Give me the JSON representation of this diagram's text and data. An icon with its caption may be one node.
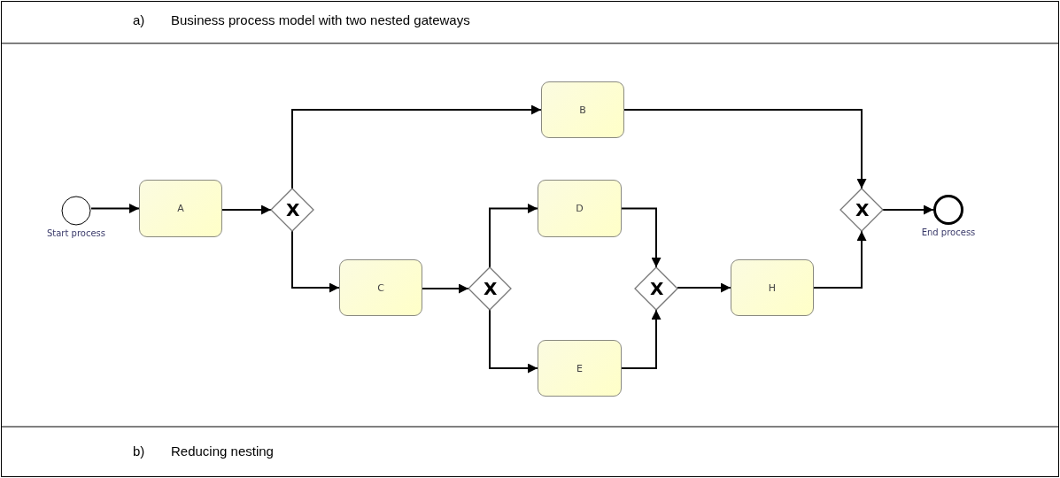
{
  "diagram": {
    "nodes": [
      {
        "text": [],
        "shape": "circle",
        "beside": [
          "Start process"
        ]
      },
      {
        "text": [
          "A"
        ]
      },
      {
        "text": [
          "X"
        ]
      },
      {
        "text": [
          "B"
        ]
      },
      {
        "text": [
          "C"
        ]
      },
      {
        "text": [
          "X"
        ]
      },
      {
        "text": [
          "D"
        ]
      },
      {
        "text": [
          "E"
        ]
      },
      {
        "text": [
          "X"
        ]
      },
      {
        "text": [
          "H"
        ]
      },
      {
        "text": [
          "X"
        ]
      },
      {
        "text": [],
        "shape": "circle",
        "beside": [
          "End process"
        ]
      }
    ],
    "edges": [
      {
        "from": 0,
        "to": 1,
        "arrow": "to"
      },
      {
        "from": 1,
        "to": 2,
        "arrow": "to"
      },
      {
        "from": 2,
        "to": 3,
        "arrow": "to"
      },
      {
        "from": 2,
        "to": 4,
        "arrow": "to"
      },
      {
        "from": 4,
        "to": 5,
        "arrow": "to"
      },
      {
        "from": 5,
        "to": 6,
        "arrow": "to"
      },
      {
        "from": 5,
        "to": 7,
        "arrow": "to"
      },
      {
        "from": 6,
        "to": 8,
        "arrow": "to"
      },
      {
        "from": 7,
        "to": 8,
        "arrow": "to"
      },
      {
        "from": 8,
        "to": 9,
        "arrow": "to"
      },
      {
        "from": 3,
        "to": 10,
        "arrow": "to"
      },
      {
        "from": 9,
        "to": 10,
        "arrow": "to"
      },
      {
        "from": 10,
        "to": 11,
        "arrow": "to"
      }
    ],
    "labels": [
      "a)",
      "Business process model with two nested gateways",
      "b)",
      "Reducing nesting"
    ]
  }
}
